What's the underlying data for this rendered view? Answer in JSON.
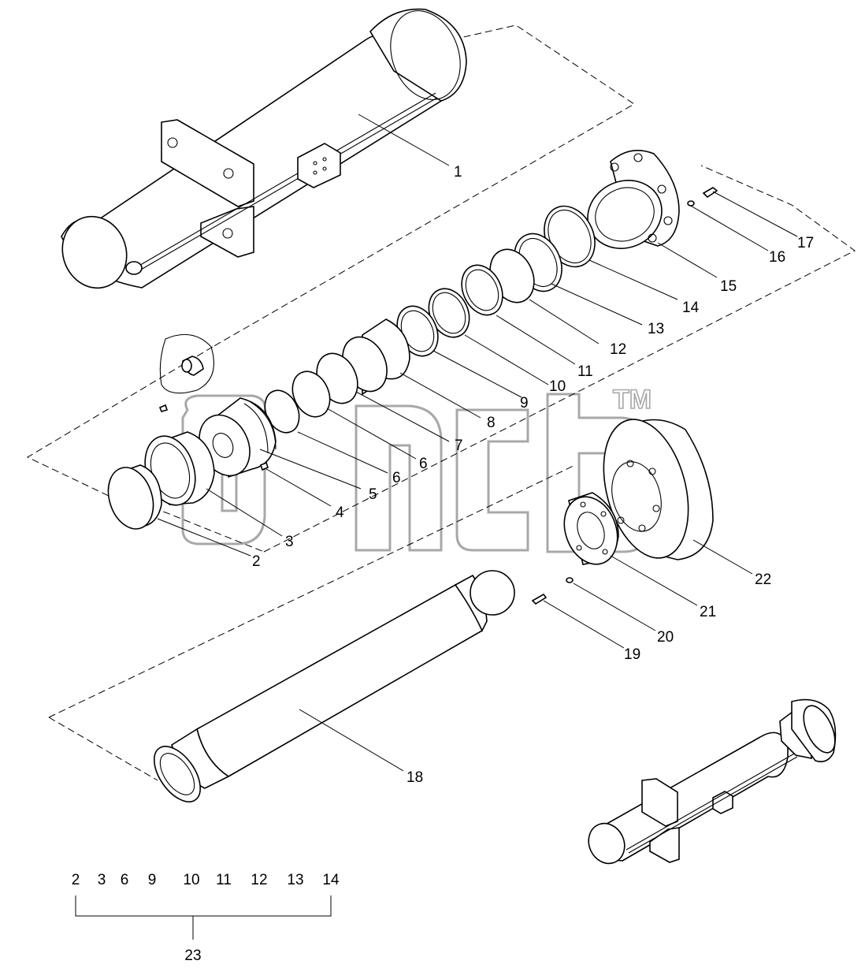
{
  "watermark": {
    "trademark": "TM"
  },
  "callouts": {
    "p1": "1",
    "p2": "2",
    "p3": "3",
    "p4": "4",
    "p5": "5",
    "p6a": "6",
    "p6b": "6",
    "p7": "7",
    "p8": "8",
    "p9": "9",
    "p10": "10",
    "p11": "11",
    "p12": "12",
    "p13": "13",
    "p14": "14",
    "p15": "15",
    "p16": "16",
    "p17": "17",
    "p18": "18",
    "p19": "19",
    "p20": "20",
    "p21": "21",
    "p22": "22"
  },
  "kit": {
    "items": [
      "2",
      "3",
      "6",
      "9",
      "10",
      "11",
      "12",
      "13",
      "14"
    ],
    "total": "23"
  }
}
